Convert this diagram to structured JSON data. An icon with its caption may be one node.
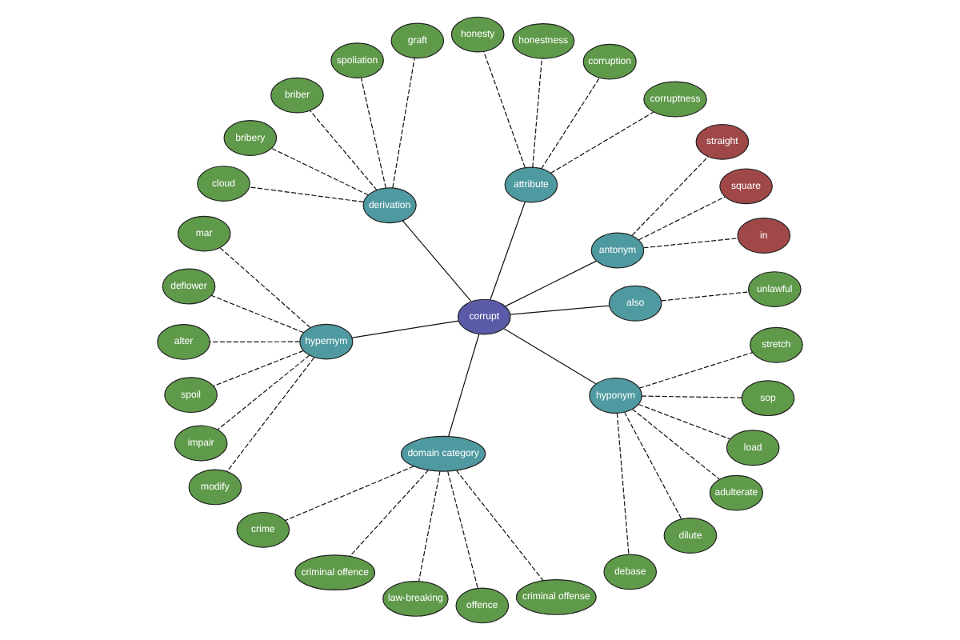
{
  "diagram": {
    "nodes": [
      {
        "text": [
          "corrupt"
        ]
      },
      {
        "text": [
          "also"
        ]
      },
      {
        "text": [
          "unlawful"
        ]
      },
      {
        "text": [
          "antonym"
        ]
      },
      {
        "text": [
          "in"
        ]
      },
      {
        "text": [
          "square"
        ]
      },
      {
        "text": [
          "straight"
        ]
      },
      {
        "text": [
          "attribute"
        ]
      },
      {
        "text": [
          "corruptness"
        ]
      },
      {
        "text": [
          "corruption"
        ]
      },
      {
        "text": [
          "honestness"
        ]
      },
      {
        "text": [
          "honesty"
        ]
      },
      {
        "text": [
          "derivation"
        ]
      },
      {
        "text": [
          "graft"
        ]
      },
      {
        "text": [
          "spoliation"
        ]
      },
      {
        "text": [
          "briber"
        ]
      },
      {
        "text": [
          "bribery"
        ]
      },
      {
        "text": [
          "cloud"
        ]
      },
      {
        "text": [
          "hypernym"
        ]
      },
      {
        "text": [
          "mar"
        ]
      },
      {
        "text": [
          "deflower"
        ]
      },
      {
        "text": [
          "alter"
        ]
      },
      {
        "text": [
          "spoil"
        ]
      },
      {
        "text": [
          "impair"
        ]
      },
      {
        "text": [
          "modify"
        ]
      },
      {
        "text": [
          "domain category"
        ]
      },
      {
        "text": [
          "crime"
        ]
      },
      {
        "text": [
          "criminal offence"
        ]
      },
      {
        "text": [
          "law-breaking"
        ]
      },
      {
        "text": [
          "offence"
        ]
      },
      {
        "text": [
          "criminal offense"
        ]
      },
      {
        "text": [
          "hyponym"
        ]
      },
      {
        "text": [
          "debase"
        ]
      },
      {
        "text": [
          "dilute"
        ]
      },
      {
        "text": [
          "adulterate"
        ]
      },
      {
        "text": [
          "load"
        ]
      },
      {
        "text": [
          "sop"
        ]
      },
      {
        "text": [
          "stretch"
        ]
      }
    ],
    "edges": [
      {
        "from": 0,
        "to": 1,
        "arrow": "none"
      },
      {
        "from": 1,
        "to": 2,
        "arrow": "none",
        "style": "dashed"
      },
      {
        "from": 0,
        "to": 3,
        "arrow": "none"
      },
      {
        "from": 3,
        "to": 4,
        "arrow": "none",
        "style": "dashed"
      },
      {
        "from": 3,
        "to": 5,
        "arrow": "none",
        "style": "dashed"
      },
      {
        "from": 3,
        "to": 6,
        "arrow": "none",
        "style": "dashed"
      },
      {
        "from": 0,
        "to": 7,
        "arrow": "none"
      },
      {
        "from": 7,
        "to": 8,
        "arrow": "none",
        "style": "dashed"
      },
      {
        "from": 7,
        "to": 9,
        "arrow": "none",
        "style": "dashed"
      },
      {
        "from": 7,
        "to": 10,
        "arrow": "none",
        "style": "dashed"
      },
      {
        "from": 7,
        "to": 11,
        "arrow": "none",
        "style": "dashed"
      },
      {
        "from": 0,
        "to": 12,
        "arrow": "none"
      },
      {
        "from": 12,
        "to": 13,
        "arrow": "none",
        "style": "dashed"
      },
      {
        "from": 12,
        "to": 14,
        "arrow": "none",
        "style": "dashed"
      },
      {
        "from": 12,
        "to": 15,
        "arrow": "none",
        "style": "dashed"
      },
      {
        "from": 12,
        "to": 16,
        "arrow": "none",
        "style": "dashed"
      },
      {
        "from": 12,
        "to": 17,
        "arrow": "none",
        "style": "dashed"
      },
      {
        "from": 0,
        "to": 18,
        "arrow": "none"
      },
      {
        "from": 18,
        "to": 19,
        "arrow": "none",
        "style": "dashed"
      },
      {
        "from": 18,
        "to": 20,
        "arrow": "none",
        "style": "dashed"
      },
      {
        "from": 18,
        "to": 21,
        "arrow": "none",
        "style": "dashed"
      },
      {
        "from": 18,
        "to": 22,
        "arrow": "none",
        "style": "dashed"
      },
      {
        "from": 18,
        "to": 23,
        "arrow": "none",
        "style": "dashed"
      },
      {
        "from": 18,
        "to": 24,
        "arrow": "none",
        "style": "dashed"
      },
      {
        "from": 0,
        "to": 25,
        "arrow": "none"
      },
      {
        "from": 25,
        "to": 26,
        "arrow": "none",
        "style": "dashed"
      },
      {
        "from": 25,
        "to": 27,
        "arrow": "none",
        "style": "dashed"
      },
      {
        "from": 25,
        "to": 28,
        "arrow": "none",
        "style": "dashed"
      },
      {
        "from": 25,
        "to": 29,
        "arrow": "none",
        "style": "dashed"
      },
      {
        "from": 25,
        "to": 30,
        "arrow": "none",
        "style": "dashed"
      },
      {
        "from": 0,
        "to": 31,
        "arrow": "none"
      },
      {
        "from": 31,
        "to": 32,
        "arrow": "none",
        "style": "dashed"
      },
      {
        "from": 31,
        "to": 33,
        "arrow": "none",
        "style": "dashed"
      },
      {
        "from": 31,
        "to": 34,
        "arrow": "none",
        "style": "dashed"
      },
      {
        "from": 31,
        "to": 35,
        "arrow": "none",
        "style": "dashed"
      },
      {
        "from": 31,
        "to": 36,
        "arrow": "none",
        "style": "dashed"
      },
      {
        "from": 31,
        "to": 37,
        "arrow": "none",
        "style": "dashed"
      }
    ]
  }
}
